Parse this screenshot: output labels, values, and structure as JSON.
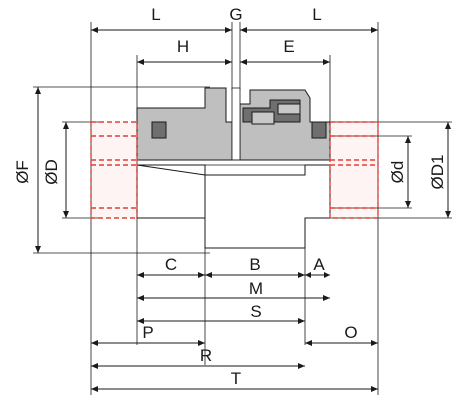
{
  "dimension_labels": {
    "L_left": "L",
    "G": "G",
    "L_right": "L",
    "H": "H",
    "E": "E",
    "F": "ØF",
    "D": "ØD",
    "d": "Ød",
    "D1": "ØD1",
    "C": "C",
    "B": "B",
    "A": "A",
    "M": "M",
    "S": "S",
    "P": "P",
    "O": "O",
    "R": "R",
    "T": "T"
  },
  "colors": {
    "line": "#1a1a1a",
    "body_gray": "#bfbfbf",
    "dark_gray": "#6f6f6f",
    "bore_outline_red": "#e0403a"
  }
}
